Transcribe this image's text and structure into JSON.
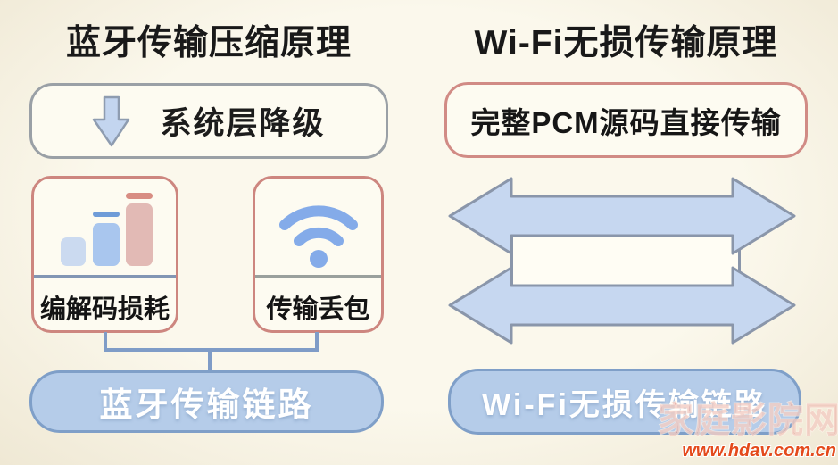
{
  "left": {
    "title": "蓝牙传输压缩原理",
    "downgrade_box": {
      "label": "系统层降级",
      "icon": "down-arrow-icon"
    },
    "codec_box": {
      "label": "编解码损耗",
      "icon": "bar-chart-icon"
    },
    "packet_box": {
      "label": "传输丢包",
      "icon": "wifi-icon"
    },
    "link_box": {
      "label": "蓝牙传输链路"
    }
  },
  "right": {
    "title": "Wi-Fi无损传输原理",
    "pcm_box": {
      "label": "完整PCM源码直接传输"
    },
    "arrows": {
      "icon": "double-headed-arrow-icon",
      "count": 2
    },
    "link_box": {
      "label": "Wi-Fi无损传输链路"
    }
  },
  "watermark": {
    "site_name": "家庭影院网",
    "site_url": "www.hdav.com.cn"
  },
  "colors": {
    "background": "#f7f2e3",
    "box_fill": "#fdfbf1",
    "gray_border": "#9aa0a6",
    "pink_border": "#cd867f",
    "blue_fill": "#b5cce9",
    "blue_border": "#7f9fc8",
    "arrow_blue": "#c6d7f0",
    "arrow_stroke": "#8a96aa",
    "icon_blue": "#84abe9",
    "watermark_red": "#e44a1c"
  }
}
